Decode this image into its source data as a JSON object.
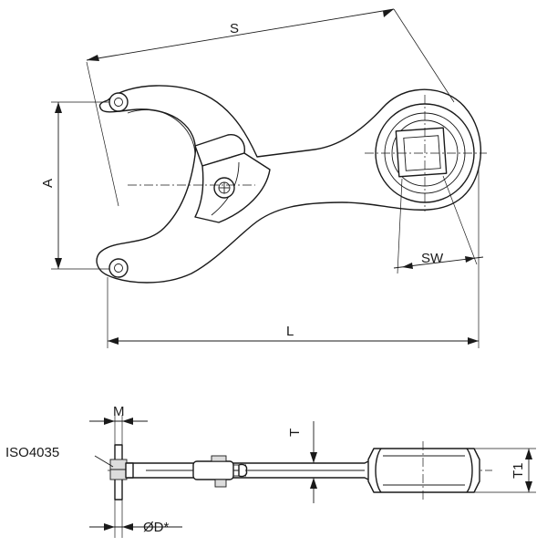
{
  "labels": {
    "s": "S",
    "a": "A",
    "sw": "SW",
    "l": "L",
    "m": "M",
    "t": "T",
    "t1": "T1",
    "iso": "ISO4035",
    "d": "ØD*"
  }
}
